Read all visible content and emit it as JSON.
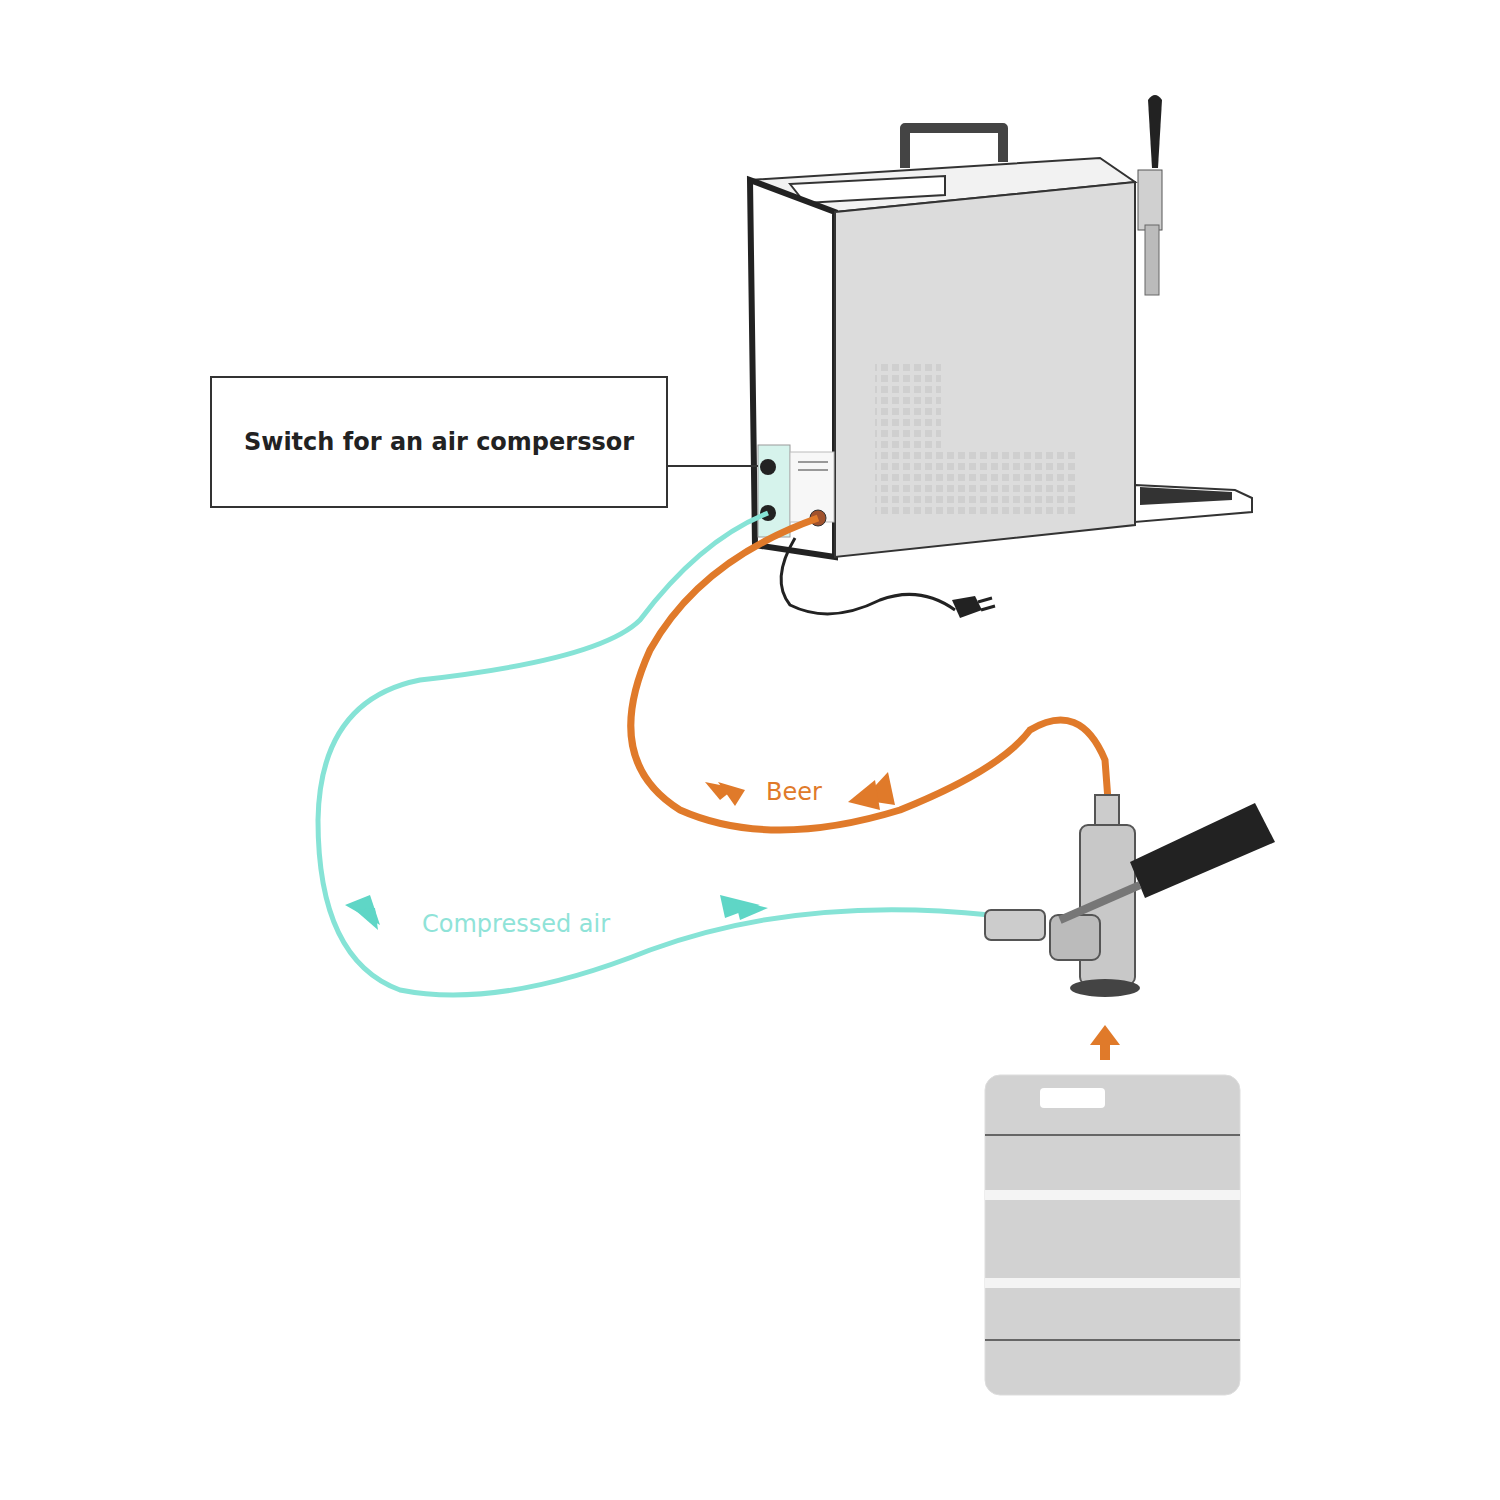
{
  "diagram": {
    "nodes": [
      {
        "text": [
          "Switch for an air comperssor"
        ]
      }
    ],
    "labels": [
      "Beer",
      "Compressed air"
    ]
  }
}
